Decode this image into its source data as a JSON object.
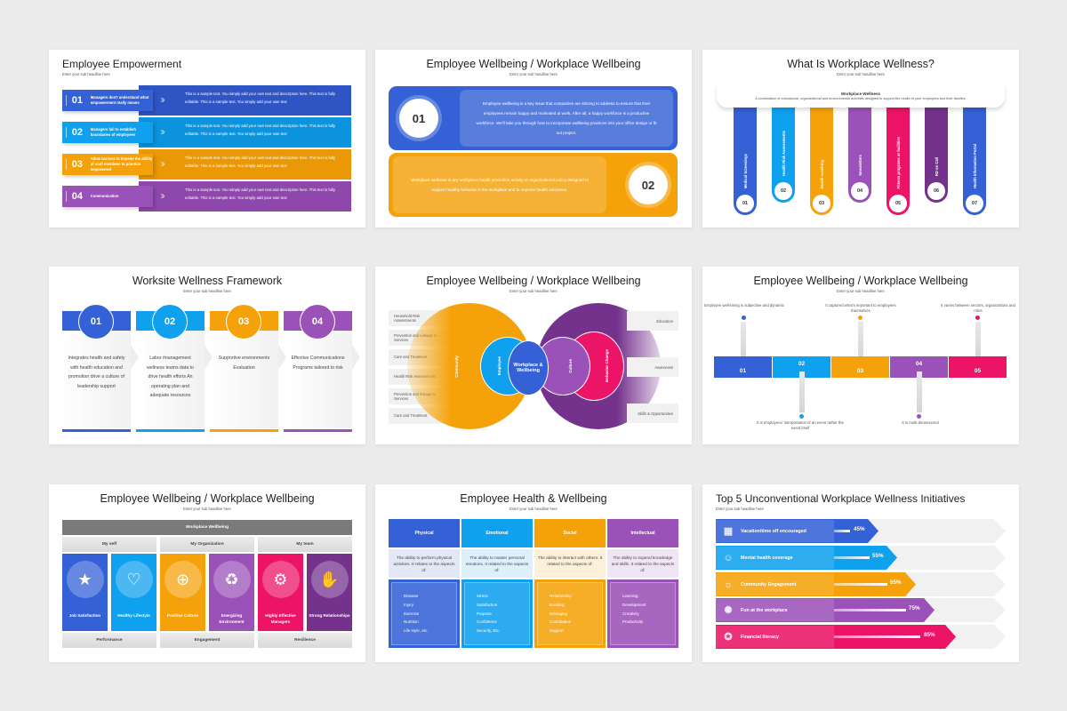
{
  "slides": {
    "s1": {
      "title": "Employee Empowerment",
      "subtitle": "Enter your sub headline here",
      "rows": [
        {
          "num": "01",
          "label": "Managers don't understand what empowerment really means",
          "text": "This is a sample text. You simply add your own text and description here. This text is fully editable. This is a sample text. You simply add your own text",
          "color": "#3461d6"
        },
        {
          "num": "02",
          "label": "Managers fail to establish boundaries of employees",
          "text": "This is a sample text. You simply add your own text and description here. This text is fully editable. This is a sample text. You simply add your own text",
          "color": "#0fa0ee"
        },
        {
          "num": "03",
          "label": "Allow barriers to impede the ability of staff members to practice empowered",
          "text": "This is a sample text. You simply add your own text and description here. This text is fully editable. This is a sample text. You simply add your own text",
          "color": "#f5a20a"
        },
        {
          "num": "04",
          "label": "Communication",
          "text": "This is a sample text. You simply add your own text and description here. This text is fully editable. This is a sample text. You simply add your own text",
          "color": "#9b52b8"
        }
      ]
    },
    "s2": {
      "title": "Employee Wellbeing / Workplace Wellbeing",
      "subtitle": "Enter your sub headline here",
      "items": [
        {
          "num": "01",
          "text": "Employee wellbeing is a key issue that companies are striving to address to ensure that their employees remain happy and motivated at work. After all, a happy workforce is a productive workforce. We'll take you through how to incorporate wellbeing practices into your office design or fit out project.",
          "color": "#3461d6"
        },
        {
          "num": "02",
          "text": "Workplace wellness is any workplace health promotion activity or organizational policy designed to support healthy behavior in the workplace and to improve health outcomes.",
          "color": "#f5a20a"
        }
      ]
    },
    "s3": {
      "title": "What Is Workplace Wellness?",
      "subtitle": "Enter your sub headline here",
      "banner_title": "Workplace Wellness",
      "banner_text": "A combination of educational, organizational and environmental activities designed to support the health of your employees and their families.",
      "bars": [
        {
          "num": "01",
          "label": "Medical Screenings",
          "color": "#3461d6"
        },
        {
          "num": "02",
          "label": "Health Risk Assessments",
          "color": "#0fa0ee"
        },
        {
          "num": "03",
          "label": "Health coaching",
          "color": "#f5a20a"
        },
        {
          "num": "04",
          "label": "Newsletters",
          "color": "#9b52b8"
        },
        {
          "num": "05",
          "label": "Fitness programs or facilities",
          "color": "#ec1466"
        },
        {
          "num": "06",
          "label": "RD on Call",
          "color": "#74328c"
        },
        {
          "num": "07",
          "label": "Health Information Portal",
          "color": "#3461d6"
        }
      ]
    },
    "s4": {
      "title": "Worksite Wellness Framework",
      "subtitle": "Enter your sub headline here",
      "cols": [
        {
          "num": "01",
          "text": "Integrates health and safety with health education and promotion drive a culture of leadership support",
          "color": "#3461d6"
        },
        {
          "num": "02",
          "text": "Labor /management wellness teams data to drive health efforts An operating plan and adequate resources",
          "color": "#0fa0ee"
        },
        {
          "num": "03",
          "text": "Supportive environments Evaluation",
          "color": "#f5a20a"
        },
        {
          "num": "04",
          "text": "Effective Communications Programs tailored to risk",
          "color": "#9b52b8"
        }
      ]
    },
    "s5": {
      "title": "Employee Wellbeing / Workplace Wellbeing",
      "subtitle": "Enter your sub headline here",
      "left_labels": [
        "Household Risk Assessments",
        "Prevention and Linkage to Services",
        "Care and Treatment",
        "Health Risk Assessments",
        "Prevention and linkage to Services",
        "Care and Treatment"
      ],
      "right_labels": [
        "Education",
        "Awareness",
        "Skills & Opportunities"
      ],
      "circles": {
        "community": "Community",
        "employee": "Employee",
        "center": "Workplace & Wellbeing",
        "culture": "Culture",
        "behavior": "Behavior Change"
      }
    },
    "s6": {
      "title": "Employee Wellbeing / Workplace Wellbeing",
      "subtitle": "Enter your sub headline here",
      "segments": [
        {
          "num": "01",
          "color": "#3461d6"
        },
        {
          "num": "02",
          "color": "#0fa0ee"
        },
        {
          "num": "03",
          "color": "#f5a20a"
        },
        {
          "num": "04",
          "color": "#9b52b8"
        },
        {
          "num": "05",
          "color": "#ec1466"
        }
      ],
      "notes": {
        "n1": "Employee well-being is subjective and dynamic",
        "n2": "It is employees' interpretation of an event rather the event itself",
        "n3": "It captured what's important to employees themselves",
        "n4": "It is multi-dimensional",
        "n5": "It varies between sectors, organizations and roles"
      }
    },
    "s7": {
      "title": "Employee Wellbeing / Workplace Wellbeing",
      "subtitle": "Enter your sub headline here",
      "header": "Workplace Wellbeing",
      "sections": [
        "My self",
        "My Organization",
        "My team"
      ],
      "cards": [
        {
          "label": "Job Satisfaction",
          "icon": "★",
          "color": "#3461d6"
        },
        {
          "label": "Healthy Lifestyle",
          "icon": "♡",
          "color": "#0fa0ee"
        },
        {
          "label": "Positive Culture",
          "icon": "⊕",
          "color": "#f5a20a"
        },
        {
          "label": "Energizing Environment",
          "icon": "♻",
          "color": "#9b52b8"
        },
        {
          "label": "Highly Effective Managers",
          "icon": "⚙",
          "color": "#ec1466"
        },
        {
          "label": "Strong Relationships",
          "icon": "✋",
          "color": "#74328c"
        }
      ],
      "footers": [
        "Performance",
        "Engagement",
        "Resilience"
      ]
    },
    "s8": {
      "title": "Employee Health & Wellbeing",
      "subtitle": "Enter your sub headline here",
      "cols": [
        {
          "head": "Physical",
          "desc": "The ability to perform physical activities. It relates to the aspects of:",
          "items": [
            "Disease",
            "Injury",
            "Exercise",
            "Nutrition",
            "Life style, etc."
          ],
          "color": "#3461d6",
          "tint": "#e3e8f7"
        },
        {
          "head": "Emotional",
          "desc": "The ability to master personal emotions. It related to the aspects of:",
          "items": [
            "Stress",
            "Satisfaction",
            "Purpose",
            "Confidence",
            "Security, Etc."
          ],
          "color": "#0fa0ee",
          "tint": "#ddf0fc"
        },
        {
          "head": "Social",
          "desc": "The ability to interact with others. It related to the aspects of:",
          "items": [
            "Relationship",
            "Bonding",
            "Belonging",
            "Contribution",
            "Support"
          ],
          "color": "#f5a20a",
          "tint": "#fdf0da"
        },
        {
          "head": "Intellectual",
          "desc": "The ability to expend knowledge and skills. It related to the aspects of:",
          "items": [
            "Learning",
            "Development",
            "Creativity",
            "Productivity"
          ],
          "color": "#9b52b8",
          "tint": "#f0e5f5"
        }
      ]
    },
    "s9": {
      "title": "Top 5 Unconventional Workplace Wellness Initiatives",
      "subtitle": "Enter your sub headline here",
      "rows": [
        {
          "label": "Vacation/time off encouraged",
          "pct": "45%",
          "icon": "▦",
          "color": "#3461d6"
        },
        {
          "label": "Mental health coverage",
          "pct": "55%",
          "icon": "☺",
          "color": "#0fa0ee"
        },
        {
          "label": "Community Engagement",
          "pct": "65%",
          "icon": "☼",
          "color": "#f5a20a"
        },
        {
          "label": "Fun at the workplace",
          "pct": "75%",
          "icon": "✺",
          "color": "#9b52b8"
        },
        {
          "label": "Financial literacy",
          "pct": "85%",
          "icon": "✪",
          "color": "#ec1466"
        }
      ]
    }
  }
}
